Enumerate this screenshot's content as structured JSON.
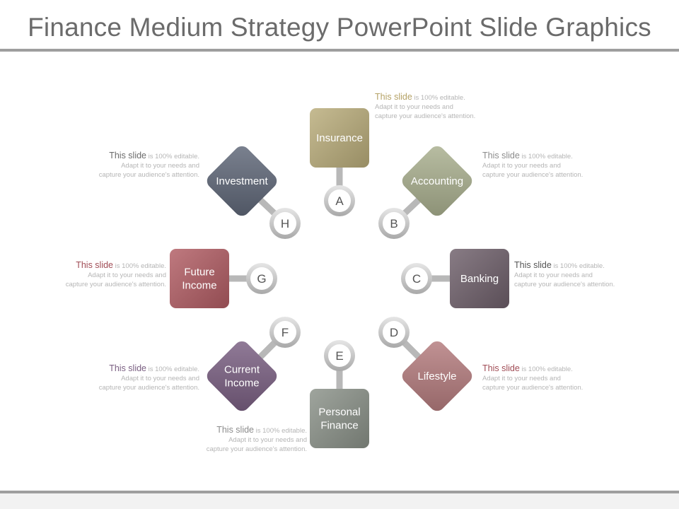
{
  "title": "Finance Medium Strategy PowerPoint Slide Graphics",
  "description": {
    "lead": "This slide",
    "rest_line1": " is 100% editable.",
    "line2": "Adapt it to your needs and",
    "line3": "capture your audience's attention."
  },
  "nodes": [
    {
      "letter": "A",
      "label_lines": [
        "Insurance"
      ],
      "color": "#b9ac7a"
    },
    {
      "letter": "B",
      "label_lines": [
        "Accounting"
      ],
      "color": "#aab08f"
    },
    {
      "letter": "C",
      "label_lines": [
        "Banking"
      ],
      "color": "#6e5f6a"
    },
    {
      "letter": "D",
      "label_lines": [
        "Lifestyle"
      ],
      "color": "#b57c7e"
    },
    {
      "letter": "E",
      "label_lines": [
        "Personal",
        "Finance"
      ],
      "color": "#8a9188"
    },
    {
      "letter": "F",
      "label_lines": [
        "Current",
        "Income"
      ],
      "color": "#7a5f82"
    },
    {
      "letter": "G",
      "label_lines": [
        "Future",
        "Income"
      ],
      "color": "#b15c63"
    },
    {
      "letter": "H",
      "label_lines": [
        "Investment"
      ],
      "color": "#5f6778"
    }
  ],
  "lead_colors": [
    "#b5a266",
    "#8c8c8c",
    "#555555",
    "#a04c55",
    "#8c8c8c",
    "#7a5f82",
    "#a04c55",
    "#6b6b6b"
  ]
}
